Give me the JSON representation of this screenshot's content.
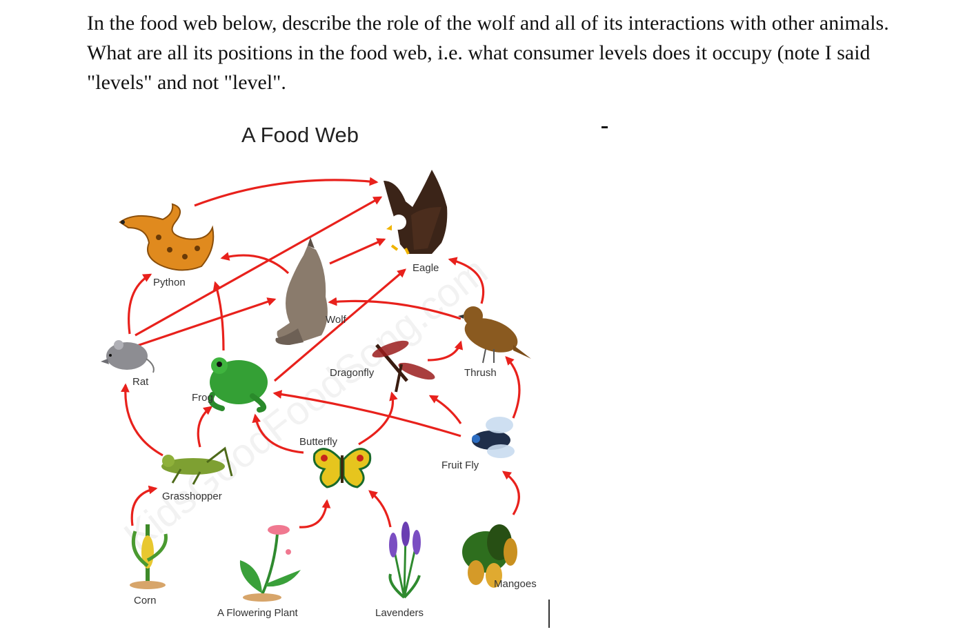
{
  "question": {
    "line1": "In the food web below, describe the role of the wolf and all of its interactions with other animals.",
    "line2": "What are all its positions in the food web, i.e. what consumer levels does it occupy (note I said",
    "line3": "\"levels\" and not \"level\"."
  },
  "diagram": {
    "title": "A Food Web",
    "watermark": "KidsGoodFoodSong.com",
    "labels": {
      "eagle": "Eagle",
      "python": "Python",
      "wolf": "Wolf",
      "rat": "Rat",
      "frog": "Frog",
      "dragonfly": "Dragonfly",
      "thrush": "Thrush",
      "butterfly": "Butterfly",
      "fruit_fly": "Fruit Fly",
      "grasshopper": "Grasshopper",
      "corn": "Corn",
      "flowering_plant": "A Flowering Plant",
      "lavenders": "Lavenders",
      "mangoes": "Mangoes"
    },
    "arrow_color": "#e8211c"
  }
}
